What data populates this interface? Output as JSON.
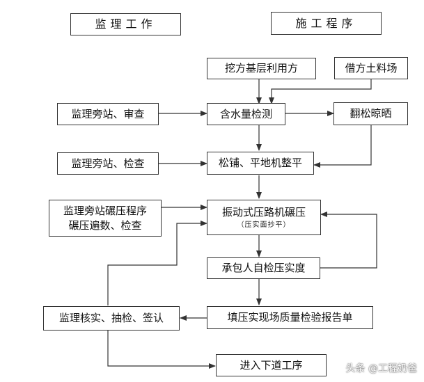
{
  "headers": {
    "left": "监理工作",
    "right": "施工程序"
  },
  "boxes": {
    "excavation": "挖方基层利用方",
    "borrow": "借方土料场",
    "moisture": "含水量检测",
    "turning": "翻松晾晒",
    "spreading": "松铺、平地机整平",
    "compaction": "振动式压路机碾压",
    "compaction_note": "（压实面抄平）",
    "self_check": "承包人自检压实度",
    "report": "填压实现场质量检验报告单",
    "next": "进入下道工序",
    "sup_review": "监理旁站、审查",
    "sup_check": "监理旁站、检查",
    "sup_roll_1": "监理旁站碾压程序",
    "sup_roll_2": "碾压遍数、检查",
    "sup_verify": "监理核实、抽检、签认"
  },
  "watermark": "头条 @工程奶爸"
}
